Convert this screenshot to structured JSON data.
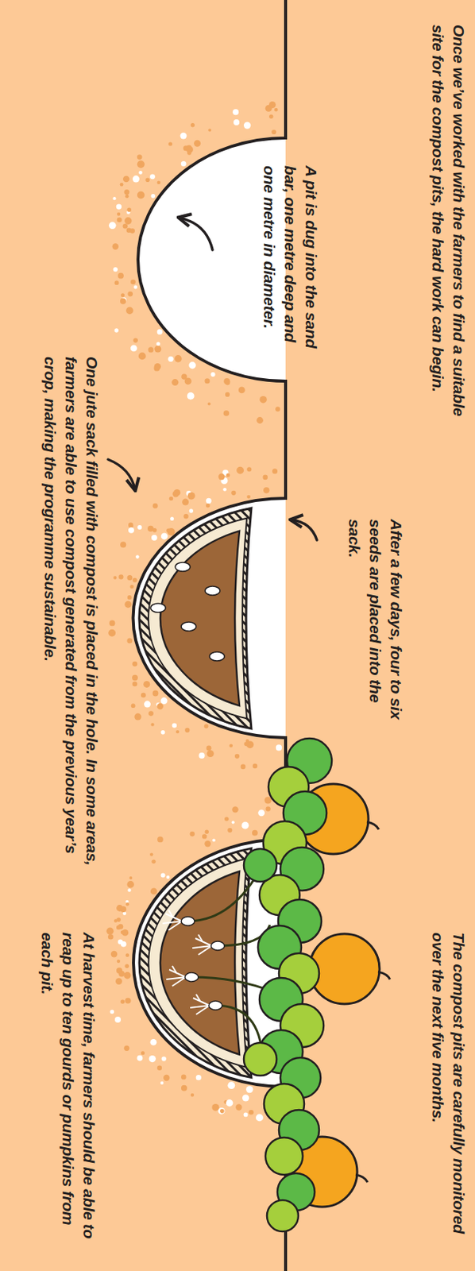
{
  "diagram": {
    "labels": [
      "Once we’ve worked with the farmers to find a suitable site for the compost pits, the hard work can begin.",
      "A pit is dug into the sand bar, one metre deep and one metre in diameter.",
      "After a few days, four to six seeds are placed into the sack.",
      "One jute sack filled with compost is placed in the hole. In some areas, farmers are able to use compost generated from the previous year’s crop, making the programme sustainable.",
      "The compost pits are carefully monitored over the next five months.",
      "At harvest time, farmers should be able to reap up to ten gourds or pumpkins from each pit."
    ]
  }
}
